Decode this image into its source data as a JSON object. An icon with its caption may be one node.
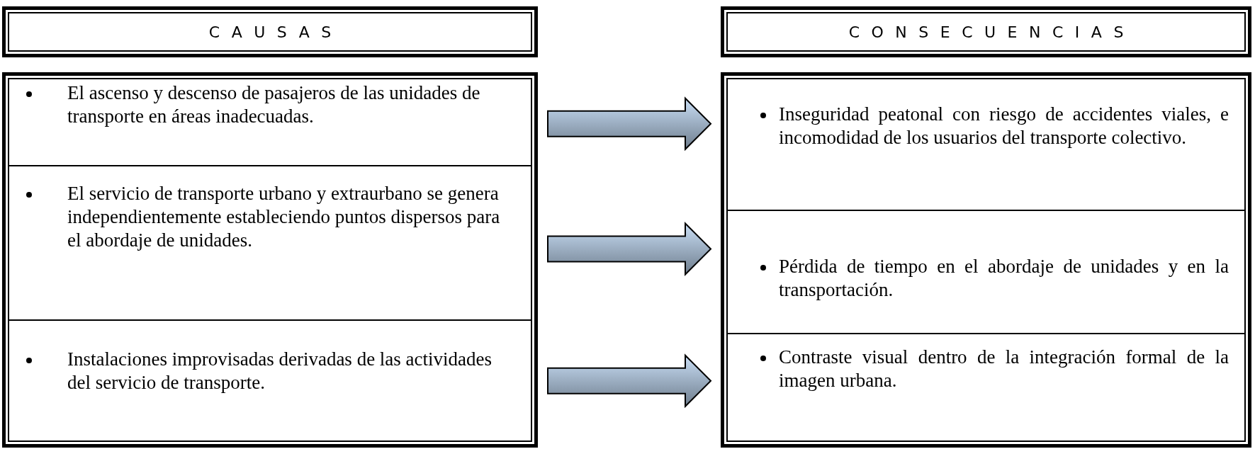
{
  "diagram": {
    "nodes": [
      {
        "text": [
          "CAUSAS"
        ]
      },
      {
        "text": [
          "CONSECUENCIAS"
        ]
      },
      {
        "text": [
          "El ascenso y descenso de pasajeros de las unidades de transporte en áreas inadecuadas."
        ]
      },
      {
        "text": [
          "El servicio de transporte urbano y extraurbano se genera independientemente estableciendo puntos dispersos para el abordaje de unidades."
        ]
      },
      {
        "text": [
          "Instalaciones improvisadas derivadas de las actividades del servicio de transporte."
        ]
      },
      {
        "text": [
          "Inseguridad peatonal con riesgo de accidentes viales, e incomodidad de los usuarios del transporte colectivo."
        ]
      },
      {
        "text": [
          "Pérdida de tiempo en el abordaje de unidades y en la transportación."
        ]
      },
      {
        "text": [
          "Contraste visual dentro de la integración formal de la imagen urbana."
        ]
      }
    ],
    "edges": [
      {
        "from": 2,
        "to": 5,
        "arrow": "to"
      },
      {
        "from": 3,
        "to": 6,
        "arrow": "to"
      },
      {
        "from": 4,
        "to": 7,
        "arrow": "to"
      }
    ]
  }
}
